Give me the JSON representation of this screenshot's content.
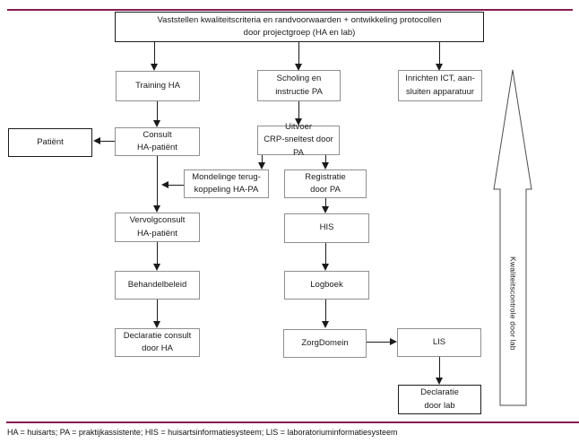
{
  "colors": {
    "rule": "#871b52",
    "line": "#1a1a1a",
    "box_border_gray": "#8f8f8f",
    "box_border_black": "#1c1c1c"
  },
  "nodes": {
    "vaststellen": {
      "label": "Vaststellen kwaliteitscriteria en randvoorwaarden + ontwikkeling protocollen\ndoor projectgroep (HA en lab)"
    },
    "training": {
      "label": "Training HA"
    },
    "scholing": {
      "label": "Scholing en\ninstructie PA"
    },
    "inrichten": {
      "label": "Inrichten ICT, aan-\nsluiten apparatuur"
    },
    "patient": {
      "label": "Patiënt"
    },
    "consult": {
      "label": "Consult\nHA-patiënt"
    },
    "uitvoer": {
      "label": "Uitvoer\nCRP-sneltest door PA"
    },
    "mondelinge": {
      "label": "Mondelinge terug-\nkoppeling HA-PA"
    },
    "registratie": {
      "label": "Registratie\ndoor PA"
    },
    "vervolgconsult": {
      "label": "Vervolgconsult\nHA-patiënt"
    },
    "his": {
      "label": "HIS"
    },
    "behandelbeleid": {
      "label": "Behandelbeleid"
    },
    "logboek": {
      "label": "Logboek"
    },
    "declaratie_ha": {
      "label": "Declaratie consult\ndoor HA"
    },
    "zorgdomein": {
      "label": "ZorgDomein"
    },
    "lis": {
      "label": "LIS"
    },
    "declaratie_lab": {
      "label": "Declaratie\ndoor lab"
    }
  },
  "quality_arrow": {
    "label": "Kwaliteitscontrole door lab"
  },
  "footnote": {
    "text": "HA = huisarts; PA = praktijkassistente; HIS = huisartsinformatiesysteem; LIS = laboratoriuminformatiesysteem"
  }
}
